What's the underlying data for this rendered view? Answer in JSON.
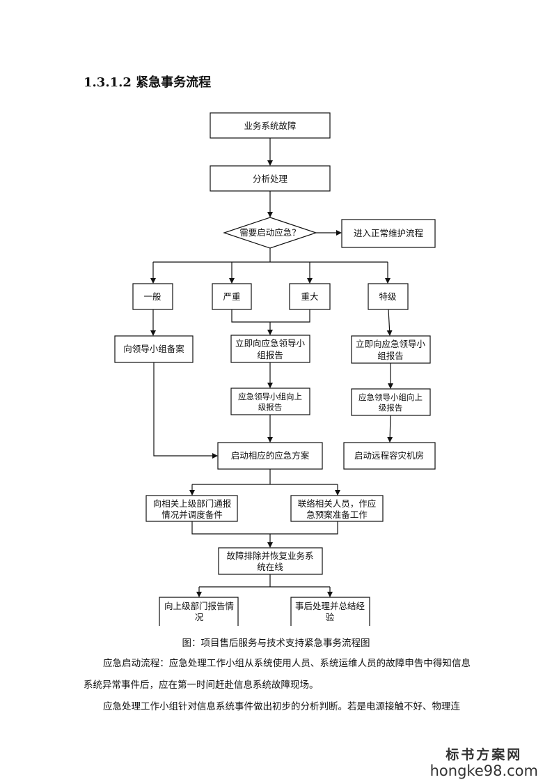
{
  "heading": "1.3.1.2  紧急事务流程",
  "flowchart": {
    "start": "业务系统故障",
    "analyze": "分析处理",
    "decision": "需要启动应急？",
    "normal": "进入正常维护流程",
    "levels": [
      "一般",
      "严重",
      "重大",
      "特级"
    ],
    "general_record": "向领导小组备案",
    "report_immediate": [
      "立即向应急领导小",
      "组报告"
    ],
    "report_up": [
      "应急领导小组向上",
      "级报告"
    ],
    "start_plan": "启动相应的应急方案",
    "remote_dr": "启动远程容灾机房",
    "notify": [
      "向相关上级部门通报",
      "情况并调度备件"
    ],
    "contact": [
      "联络相关人员，作应",
      "急预案准备工作"
    ],
    "recover": [
      "故障排除并恢复业务系",
      "统在线"
    ],
    "report_final": [
      "向上级部门报告情",
      "况"
    ],
    "summary": [
      "事后处理并总结经",
      "验"
    ]
  },
  "caption": "图：项目售后服务与技术支持紧急事务流程图",
  "paragraphs": [
    "应急启动流程：应急处理工作小组从系统使用人员、系统运维人员的故障申告中得知信息系统异常事件后，应在第一时间赶赴信息系统故障现场。",
    "应急处理工作小组针对信息系统事件做出初步的分析判断。若是电源接触不好、物理连"
  ],
  "watermark": {
    "cn": "标书方案网",
    "en": "hongke98.com"
  }
}
